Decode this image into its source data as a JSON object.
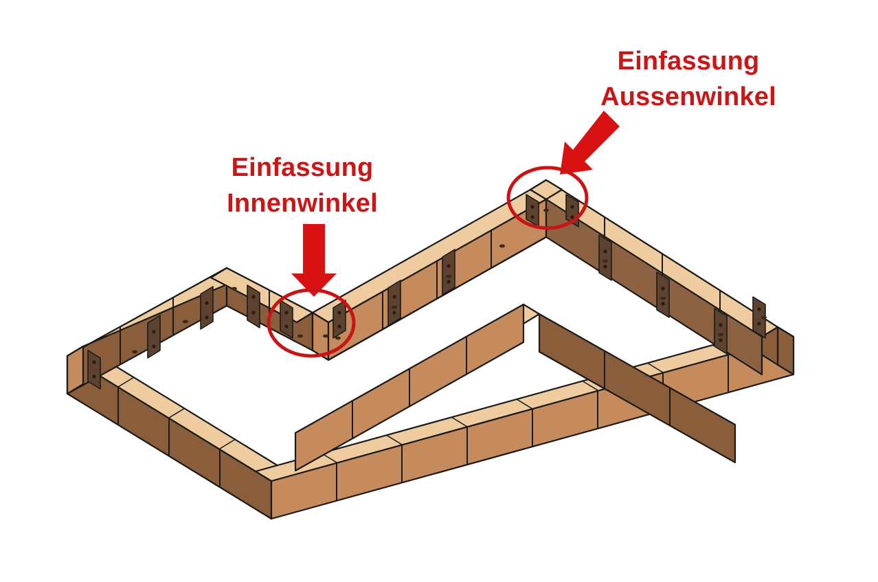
{
  "figure": {
    "type": "technical-illustration",
    "subject": "Holz-Einfassung / Hochbeet-Rahmen in Zickzack-Form (isometrische Ansicht)",
    "background_color": "#FFFFFF"
  },
  "annotations": [
    {
      "id": "aussenwinkel",
      "line1": "Einfassung",
      "line2": "Aussenwinkel",
      "color": "#CC1616",
      "arrow": "diagonal-down-left",
      "target": "konkave Eckverbindung oben rechts",
      "highlight_shape": "ellipse"
    },
    {
      "id": "innenwinkel",
      "line1": "Einfassung",
      "line2": "Innenwinkel",
      "color": "#CC1616",
      "arrow": "straight-down",
      "target": "konvexe Eckverbindung Mitte links",
      "highlight_shape": "ellipse"
    }
  ],
  "colors": {
    "wood_top": "#EFCCA0",
    "wood_top_light": "#F2D6AE",
    "wood_outer_lit": "#C68B5C",
    "wood_outer_shadow": "#8A5E3B",
    "wood_inner_face": "#8C6243",
    "wood_inner_face_dark": "#7A5438",
    "bracket": "#5E4230",
    "outline": "#1A1A1A",
    "annotation_red": "#CC1616",
    "highlight_red": "#C81414"
  },
  "geometry": {
    "projection": "isometric",
    "plank_count_visible": 38,
    "bracket_count_visible": 14
  }
}
